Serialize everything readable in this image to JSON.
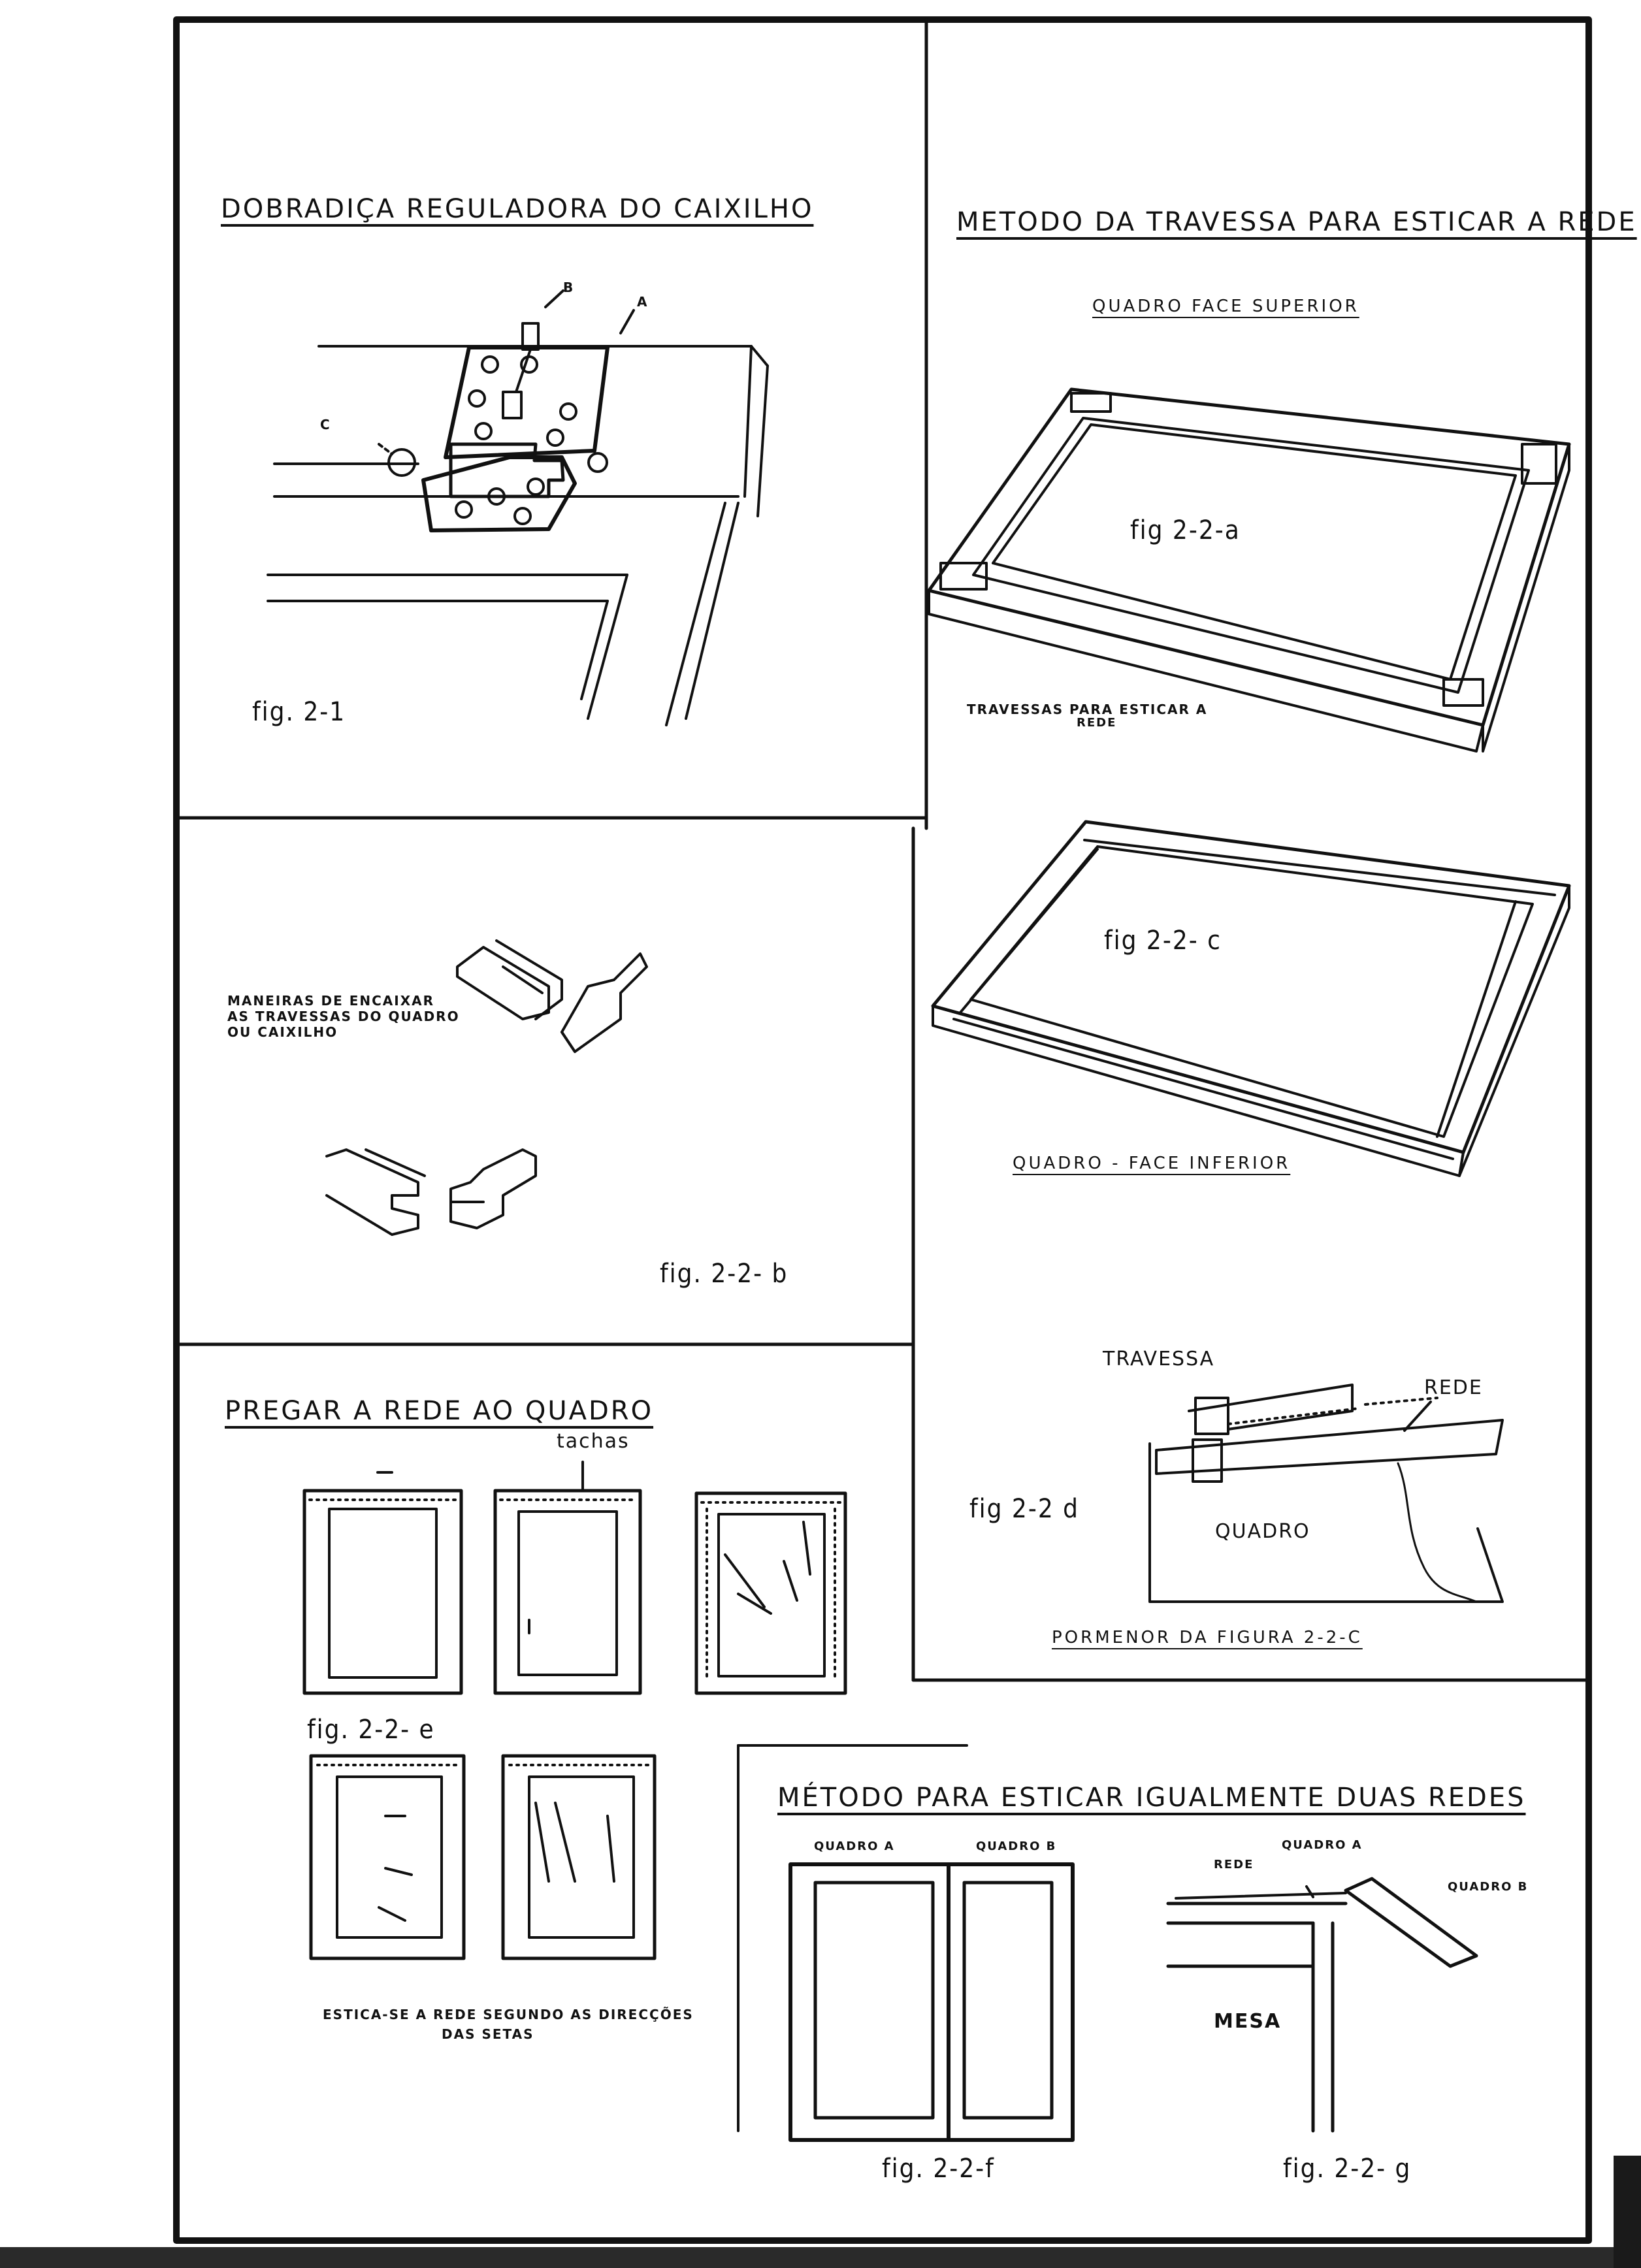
{
  "colors": {
    "ink": "#111111",
    "paper": "#ffffff",
    "scan_edge": "#2a2a2a"
  },
  "panel_hinge": {
    "title": "DOBRADIÇA REGULADORA DO CAIXILHO",
    "label_a": "A",
    "label_b": "B",
    "label_c": "C",
    "caption": "fig. 2-1"
  },
  "panel_joints": {
    "text_line1": "MANEIRAS DE ENCAIXAR",
    "text_line2": "AS TRAVESSAS DO QUADRO",
    "text_line3": "OU CAIXILHO",
    "caption": "fig. 2-2- b"
  },
  "panel_nailing": {
    "title": "PREGAR A REDE AO QUADRO",
    "tachas_label": "tachas",
    "caption": "fig. 2-2- e",
    "note_line1": "ESTICA-SE A REDE SEGUNDO AS DIRECÇÕES",
    "note_line2": "DAS SETAS"
  },
  "panel_crossbar": {
    "title": "METODO DA TRAVESSA PARA ESTICAR A REDE",
    "top_face_label": "QUADRO FACE SUPERIOR",
    "fig_a": "fig 2-2-a",
    "crossbars_label": "TRAVESSAS PARA ESTICAR A",
    "crossbars_label_2": "REDE",
    "fig_c": "fig 2-2- c",
    "bottom_face_label": "QUADRO - FACE INFERIOR",
    "travessa_label": "TRAVESSA",
    "rede_label": "REDE",
    "quadro_label": "QUADRO",
    "fig_d": "fig 2-2 d",
    "detail_caption": "PORMENOR DA FIGURA 2-2-C"
  },
  "panel_two_nets": {
    "title": "MÉTODO PARA ESTICAR IGUALMENTE DUAS REDES",
    "quadro_a": "QUADRO A",
    "quadro_b": "QUADRO B",
    "fig_f": "fig. 2-2-f",
    "rede_label": "REDE",
    "quadro_a_2": "QUADRO A",
    "quadro_b_2": "QUADRO B",
    "mesa_label": "MESA",
    "fig_g": "fig. 2-2- g"
  }
}
